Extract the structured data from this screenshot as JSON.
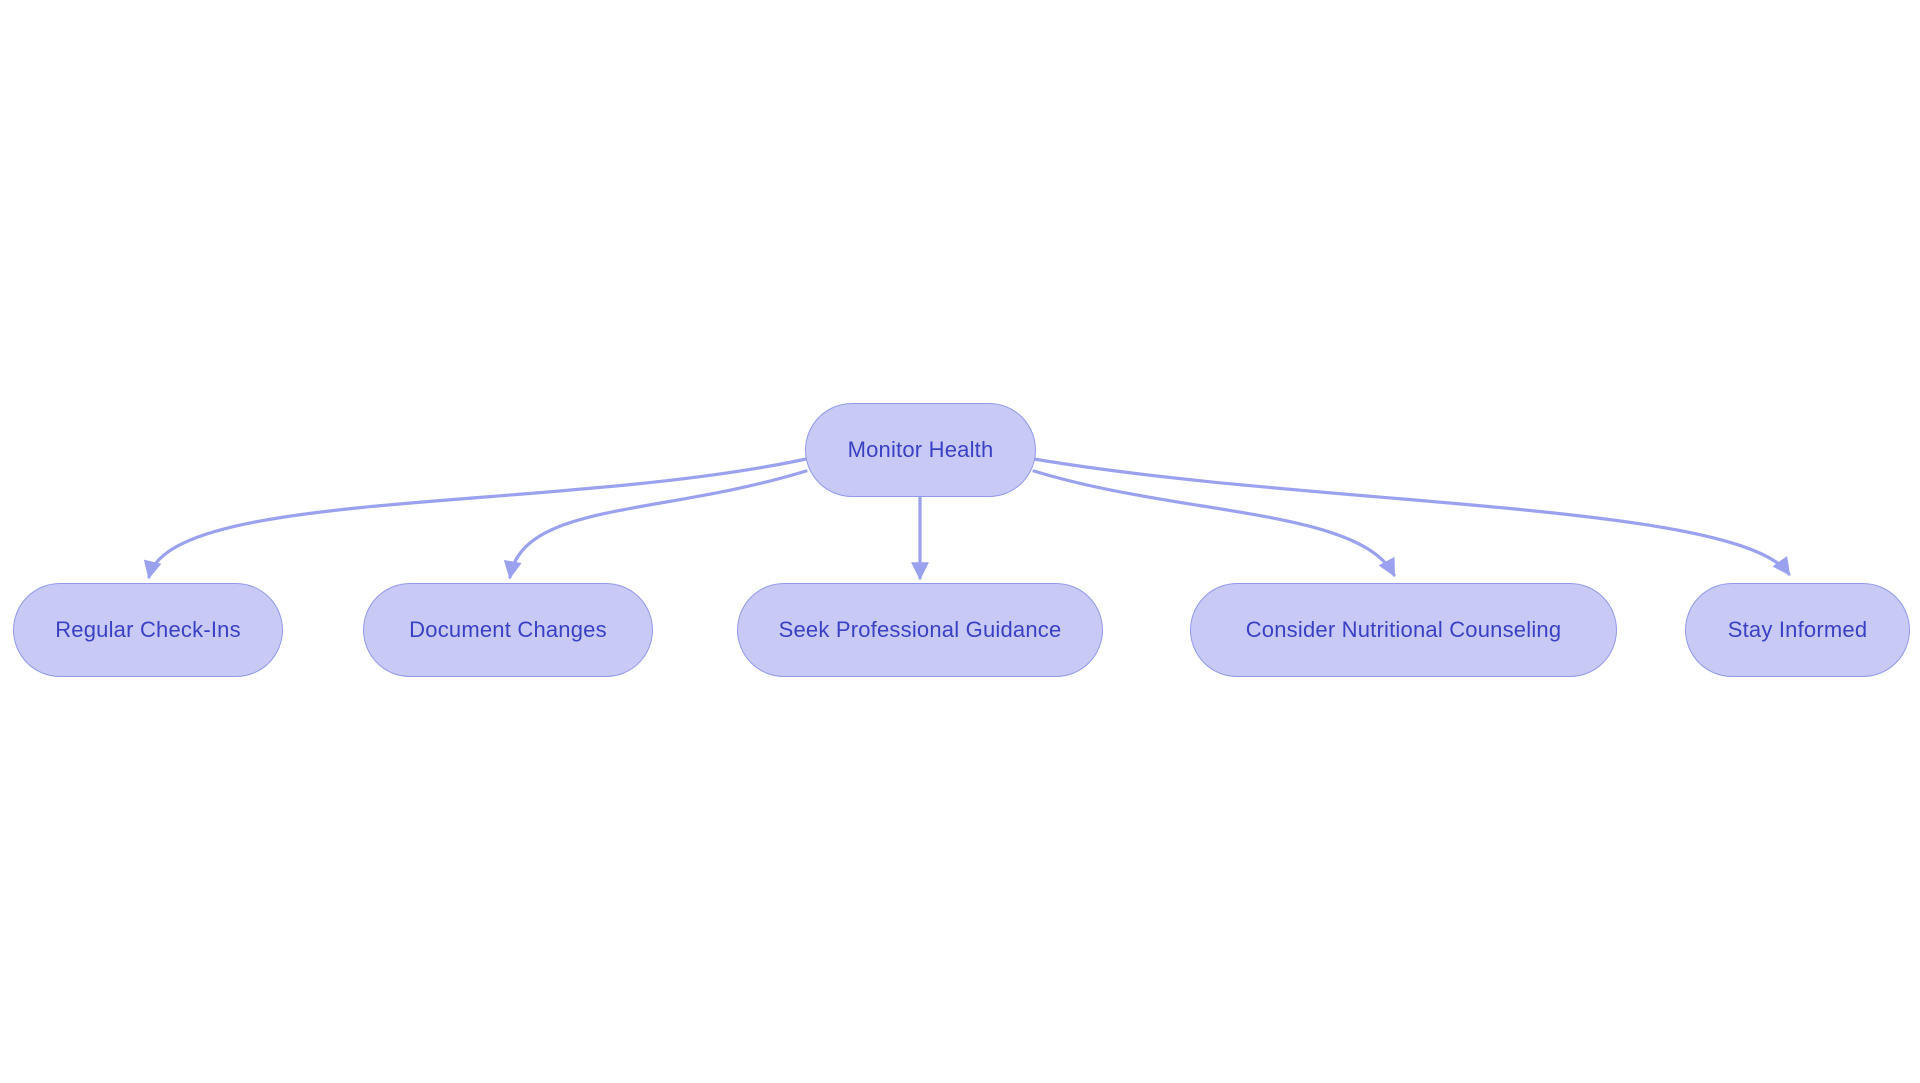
{
  "diagram": {
    "type": "flowchart",
    "direction": "top-down",
    "colors": {
      "node_fill": "#c8caf5",
      "node_border": "#9299e8",
      "node_text": "#3a40c4",
      "edge": "#9aa1ee",
      "background": "#ffffff"
    },
    "root": {
      "label": "Monitor Health"
    },
    "children": [
      {
        "label": "Regular Check-Ins"
      },
      {
        "label": "Document Changes"
      },
      {
        "label": "Seek Professional Guidance"
      },
      {
        "label": "Consider Nutritional Counseling"
      },
      {
        "label": "Stay Informed"
      }
    ],
    "edges": [
      {
        "from": "Monitor Health",
        "to": "Regular Check-Ins"
      },
      {
        "from": "Monitor Health",
        "to": "Document Changes"
      },
      {
        "from": "Monitor Health",
        "to": "Seek Professional Guidance"
      },
      {
        "from": "Monitor Health",
        "to": "Consider Nutritional Counseling"
      },
      {
        "from": "Monitor Health",
        "to": "Stay Informed"
      }
    ]
  }
}
